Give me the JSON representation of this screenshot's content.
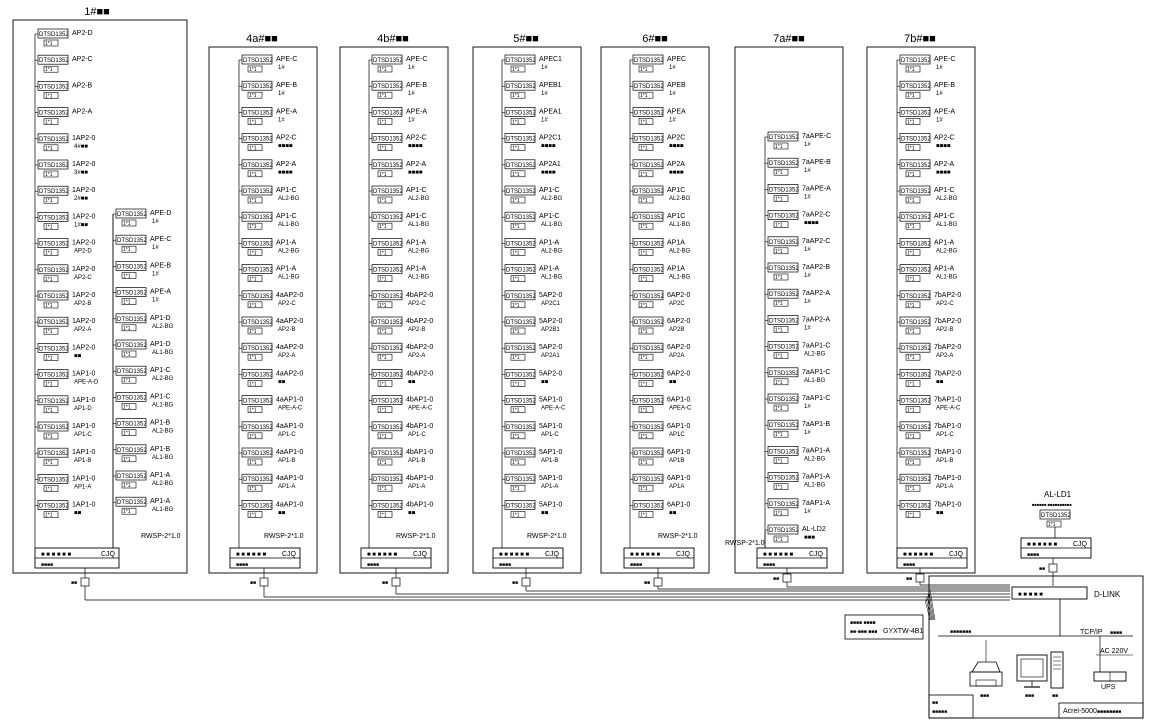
{
  "meter_label": "DTSD1352",
  "sub_code": "1*1",
  "collector_label": "CJQ",
  "collector_prefix": "■ ■ ■ ■ ■ ■",
  "collector_sub": "■■■■",
  "cable_label": "RWSP-2*1.0",
  "converter_label": "■■",
  "switch_label": "D-LINK",
  "switch_inner": "■ ■ ■ ■ ■",
  "tcpip_label": "TCP/IP",
  "tcpip_sub": "■■■■",
  "ac_label": "AC 220V",
  "ups_label": "UPS",
  "system_label": "Acrel-5000",
  "system_sub": "■■■■■■■■",
  "fiber_label": "GYXTW-4B1",
  "fiber_sub1": "■■■■  ■■■■",
  "fiber_sub2": "■■-■■■  ■■■",
  "station_left": "■■",
  "station_sub": "■■■■■",
  "printer_label": "■■■",
  "monitor_label": "■■■",
  "host_label": "■■",
  "network_label": "■■■■■■■",
  "al_ld1": "AL-LD1",
  "al_ld1_sub": "■■■■■■ ■■■■■■■■■■",
  "panels": [
    {
      "title": "1#■■",
      "rows": [
        {
          "l1": "AP2-D",
          "l2": ""
        },
        {
          "l1": "AP2-C",
          "l2": ""
        },
        {
          "l1": "AP2-B",
          "l2": ""
        },
        {
          "l1": "AP2-A",
          "l2": ""
        },
        {
          "l1": "1AP2-0",
          "l2": "4#■■"
        },
        {
          "l1": "1AP2-0",
          "l2": "3#■■"
        },
        {
          "l1": "1AP2-0",
          "l2": "2#■■"
        },
        {
          "l1": "1AP2-0",
          "l2": "1#■■"
        },
        {
          "l1": "1AP2-0",
          "l2": "AP2-D"
        },
        {
          "l1": "1AP2-0",
          "l2": "AP2-C"
        },
        {
          "l1": "1AP2-0",
          "l2": "AP2-B"
        },
        {
          "l1": "1AP2-0",
          "l2": "AP2-A"
        },
        {
          "l1": "1AP2-0",
          "l2": "■■"
        },
        {
          "l1": "1AP1-0",
          "l2": "APE-A-D"
        },
        {
          "l1": "1AP1-0",
          "l2": "AP1-D"
        },
        {
          "l1": "1AP1-0",
          "l2": "AP1-C"
        },
        {
          "l1": "1AP1-0",
          "l2": "AP1-B"
        },
        {
          "l1": "1AP1-0",
          "l2": "AP1-A"
        },
        {
          "l1": "1AP1-0",
          "l2": "■■"
        }
      ]
    },
    {
      "title": "",
      "rows": [
        {
          "l1": "APE-D",
          "l2": "1#"
        },
        {
          "l1": "APE-C",
          "l2": "1#"
        },
        {
          "l1": "APE-B",
          "l2": "1#"
        },
        {
          "l1": "APE-A",
          "l2": "1#"
        },
        {
          "l1": "AP1-D",
          "l2": "AL2-BG"
        },
        {
          "l1": "AP1-D",
          "l2": "AL1-BG"
        },
        {
          "l1": "AP1-C",
          "l2": "AL2-BG"
        },
        {
          "l1": "AP1-C",
          "l2": "AL1-BG"
        },
        {
          "l1": "AP1-B",
          "l2": "AL2-BG"
        },
        {
          "l1": "AP1-B",
          "l2": "AL1-BG"
        },
        {
          "l1": "AP1-A",
          "l2": "AL2-BG"
        },
        {
          "l1": "AP1-A",
          "l2": "AL1-BG"
        }
      ]
    },
    {
      "title": "4a#■■",
      "rows": [
        {
          "l1": "APE-C",
          "l2": "1#"
        },
        {
          "l1": "APE-B",
          "l2": "1#"
        },
        {
          "l1": "APE-A",
          "l2": "1#"
        },
        {
          "l1": "AP2-C",
          "l2": "■■■■"
        },
        {
          "l1": "AP2-A",
          "l2": "■■■■"
        },
        {
          "l1": "AP1-C",
          "l2": "AL2-BG"
        },
        {
          "l1": "AP1-C",
          "l2": "AL1-BG"
        },
        {
          "l1": "AP1-A",
          "l2": "AL2-BG"
        },
        {
          "l1": "AP1-A",
          "l2": "AL1-BG"
        },
        {
          "l1": "4aAP2-0",
          "l2": "AP2-C"
        },
        {
          "l1": "4aAP2-0",
          "l2": "AP2-B"
        },
        {
          "l1": "4aAP2-0",
          "l2": "AP2-A"
        },
        {
          "l1": "4aAP2-0",
          "l2": "■■"
        },
        {
          "l1": "4aAP1-0",
          "l2": "APE-A-C"
        },
        {
          "l1": "4aAP1-0",
          "l2": "AP1-C"
        },
        {
          "l1": "4aAP1-0",
          "l2": "AP1-B"
        },
        {
          "l1": "4aAP1-0",
          "l2": "AP1-A"
        },
        {
          "l1": "4aAP1-0",
          "l2": "■■"
        }
      ]
    },
    {
      "title": "4b#■■",
      "rows": [
        {
          "l1": "APE-C",
          "l2": "1#"
        },
        {
          "l1": "APE-B",
          "l2": "1#"
        },
        {
          "l1": "APE-A",
          "l2": "1#"
        },
        {
          "l1": "AP2-C",
          "l2": "■■■■"
        },
        {
          "l1": "AP2-A",
          "l2": "■■■■"
        },
        {
          "l1": "AP1-C",
          "l2": "AL2-BG"
        },
        {
          "l1": "AP1-C",
          "l2": "AL1-BG"
        },
        {
          "l1": "AP1-A",
          "l2": "AL2-BG"
        },
        {
          "l1": "AP1-A",
          "l2": "AL1-BG"
        },
        {
          "l1": "4bAP2-0",
          "l2": "AP2-C"
        },
        {
          "l1": "4bAP2-0",
          "l2": "AP2-B"
        },
        {
          "l1": "4bAP2-0",
          "l2": "AP2-A"
        },
        {
          "l1": "4bAP2-0",
          "l2": "■■"
        },
        {
          "l1": "4bAP1-0",
          "l2": "APE-A-C"
        },
        {
          "l1": "4bAP1-0",
          "l2": "AP1-C"
        },
        {
          "l1": "4bAP1-0",
          "l2": "AP1-B"
        },
        {
          "l1": "4bAP1-0",
          "l2": "AP1-A"
        },
        {
          "l1": "4bAP1-0",
          "l2": "■■"
        }
      ]
    },
    {
      "title": "5#■■",
      "rows": [
        {
          "l1": "APEC1",
          "l2": "1#"
        },
        {
          "l1": "APEB1",
          "l2": "1#"
        },
        {
          "l1": "APEA1",
          "l2": "1#"
        },
        {
          "l1": "AP2C1",
          "l2": "■■■■"
        },
        {
          "l1": "AP2A1",
          "l2": "■■■■"
        },
        {
          "l1": "AP1-C",
          "l2": "AL2-BG"
        },
        {
          "l1": "AP1-C",
          "l2": "AL1-BG"
        },
        {
          "l1": "AP1-A",
          "l2": "AL2-BG"
        },
        {
          "l1": "AP1-A",
          "l2": "AL1-BG"
        },
        {
          "l1": "5AP2-0",
          "l2": "AP2C1"
        },
        {
          "l1": "5AP2-0",
          "l2": "AP2B1"
        },
        {
          "l1": "5AP2-0",
          "l2": "AP2A1"
        },
        {
          "l1": "5AP2-0",
          "l2": "■■"
        },
        {
          "l1": "5AP1-0",
          "l2": "APE-A-C"
        },
        {
          "l1": "5AP1-0",
          "l2": "AP1-C"
        },
        {
          "l1": "5AP1-0",
          "l2": "AP1-B"
        },
        {
          "l1": "5AP1-0",
          "l2": "AP1-A"
        },
        {
          "l1": "5AP1-0",
          "l2": "■■"
        }
      ]
    },
    {
      "title": "6#■■",
      "rows": [
        {
          "l1": "APEC",
          "l2": "1#"
        },
        {
          "l1": "APEB",
          "l2": "1#"
        },
        {
          "l1": "APEA",
          "l2": "1#"
        },
        {
          "l1": "AP2C",
          "l2": "■■■■"
        },
        {
          "l1": "AP2A",
          "l2": "■■■■"
        },
        {
          "l1": "AP1C",
          "l2": "AL2-BG"
        },
        {
          "l1": "AP1C",
          "l2": "AL1-BG"
        },
        {
          "l1": "AP1A",
          "l2": "AL2-BG"
        },
        {
          "l1": "AP1A",
          "l2": "AL1-BG"
        },
        {
          "l1": "6AP2-0",
          "l2": "AP2C"
        },
        {
          "l1": "6AP2-0",
          "l2": "AP2B"
        },
        {
          "l1": "6AP2-0",
          "l2": "AP2A"
        },
        {
          "l1": "6AP2-0",
          "l2": "■■"
        },
        {
          "l1": "6AP1-0",
          "l2": "APEA-C"
        },
        {
          "l1": "6AP1-0",
          "l2": "AP1C"
        },
        {
          "l1": "6AP1-0",
          "l2": "AP1B"
        },
        {
          "l1": "6AP1-0",
          "l2": "AP1A"
        },
        {
          "l1": "6AP1-0",
          "l2": "■■"
        }
      ]
    },
    {
      "title": "7a#■■",
      "rows": [
        {
          "l1": "7aAPE-C",
          "l2": "1#"
        },
        {
          "l1": "7aAPE-B",
          "l2": "1#"
        },
        {
          "l1": "7aAPE-A",
          "l2": "1#"
        },
        {
          "l1": "7aAP2-C",
          "l2": "■■■■"
        },
        {
          "l1": "7aAP2-C",
          "l2": "1#"
        },
        {
          "l1": "7aAP2-B",
          "l2": "1#"
        },
        {
          "l1": "7aAP2-A",
          "l2": "1#"
        },
        {
          "l1": "7aAP2-A",
          "l2": "1#"
        },
        {
          "l1": "7aAP1-C",
          "l2": "AL2-BG"
        },
        {
          "l1": "7aAP1-C",
          "l2": "AL1-BG"
        },
        {
          "l1": "7aAP1-C",
          "l2": "1#"
        },
        {
          "l1": "7aAP1-B",
          "l2": "1#"
        },
        {
          "l1": "7aAP1-A",
          "l2": "AL2-BG"
        },
        {
          "l1": "7aAP1-A",
          "l2": "AL1-BG"
        },
        {
          "l1": "7aAP1-A",
          "l2": "1#"
        },
        {
          "l1": "AL-LD2",
          "l2": "■■■"
        }
      ]
    },
    {
      "title": "7b#■■",
      "rows": [
        {
          "l1": "APE-C",
          "l2": "1#"
        },
        {
          "l1": "APE-B",
          "l2": "1#"
        },
        {
          "l1": "APE-A",
          "l2": "1#"
        },
        {
          "l1": "AP2-C",
          "l2": "■■■■"
        },
        {
          "l1": "AP2-A",
          "l2": "■■■■"
        },
        {
          "l1": "AP1-C",
          "l2": "AL2-BG"
        },
        {
          "l1": "AP1-C",
          "l2": "AL1-BG"
        },
        {
          "l1": "AP1-A",
          "l2": "AL2-BG"
        },
        {
          "l1": "AP1-A",
          "l2": "AL1-BG"
        },
        {
          "l1": "7bAP2-0",
          "l2": "AP2-C"
        },
        {
          "l1": "7bAP2-0",
          "l2": "AP2-B"
        },
        {
          "l1": "7bAP2-0",
          "l2": "AP2-A"
        },
        {
          "l1": "7bAP2-0",
          "l2": "■■"
        },
        {
          "l1": "7bAP1-0",
          "l2": "APE-A-C"
        },
        {
          "l1": "7bAP1-0",
          "l2": "AP1-C"
        },
        {
          "l1": "7bAP1-0",
          "l2": "AP1-B"
        },
        {
          "l1": "7bAP1-0",
          "l2": "AP1-A"
        },
        {
          "l1": "7bAP1-0",
          "l2": "■■"
        }
      ]
    }
  ]
}
